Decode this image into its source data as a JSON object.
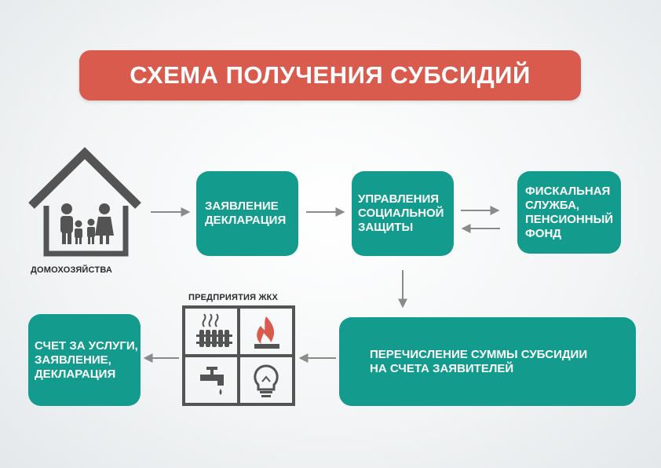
{
  "title": "СХЕМА ПОЛУЧЕНИЯ СУБСИДИЙ",
  "colors": {
    "banner": "#d95b4d",
    "box_teal": "#139b8d",
    "arrow": "#8a8a8a",
    "icon_dark": "#545454"
  },
  "nodes": {
    "households": {
      "label": "ДОМОХОЗЯЙСТВА",
      "icon": "house-family-icon"
    },
    "application": {
      "label": "ЗАЯВЛЕНИЕ\nДЕКЛАРАЦИЯ"
    },
    "social": {
      "label": "УПРАВЛЕНИЯ\nСОЦИАЛЬНОЙ\nЗАЩИТЫ"
    },
    "fiscal": {
      "label": "ФИСКАЛЬНАЯ\nСЛУЖБА,\nПЕНСИОННЫЙ\nФОНД"
    },
    "transfer": {
      "label": "ПЕРЕЧИСЛЕНИЕ СУММЫ СУБСИДИИ\nНА СЧЕТА ЗАЯВИТЕЛЕЙ"
    },
    "utilities": {
      "label": "ПРЕДПРИЯТИЯ ЖКХ",
      "icons": [
        "radiator-icon",
        "gas-flame-icon",
        "water-tap-icon",
        "light-bulb-icon"
      ]
    },
    "bill": {
      "label": "СЧЕТ ЗА УСЛУГИ,\nЗАЯВЛЕНИЕ,\nДЕКЛАРАЦИЯ"
    }
  }
}
